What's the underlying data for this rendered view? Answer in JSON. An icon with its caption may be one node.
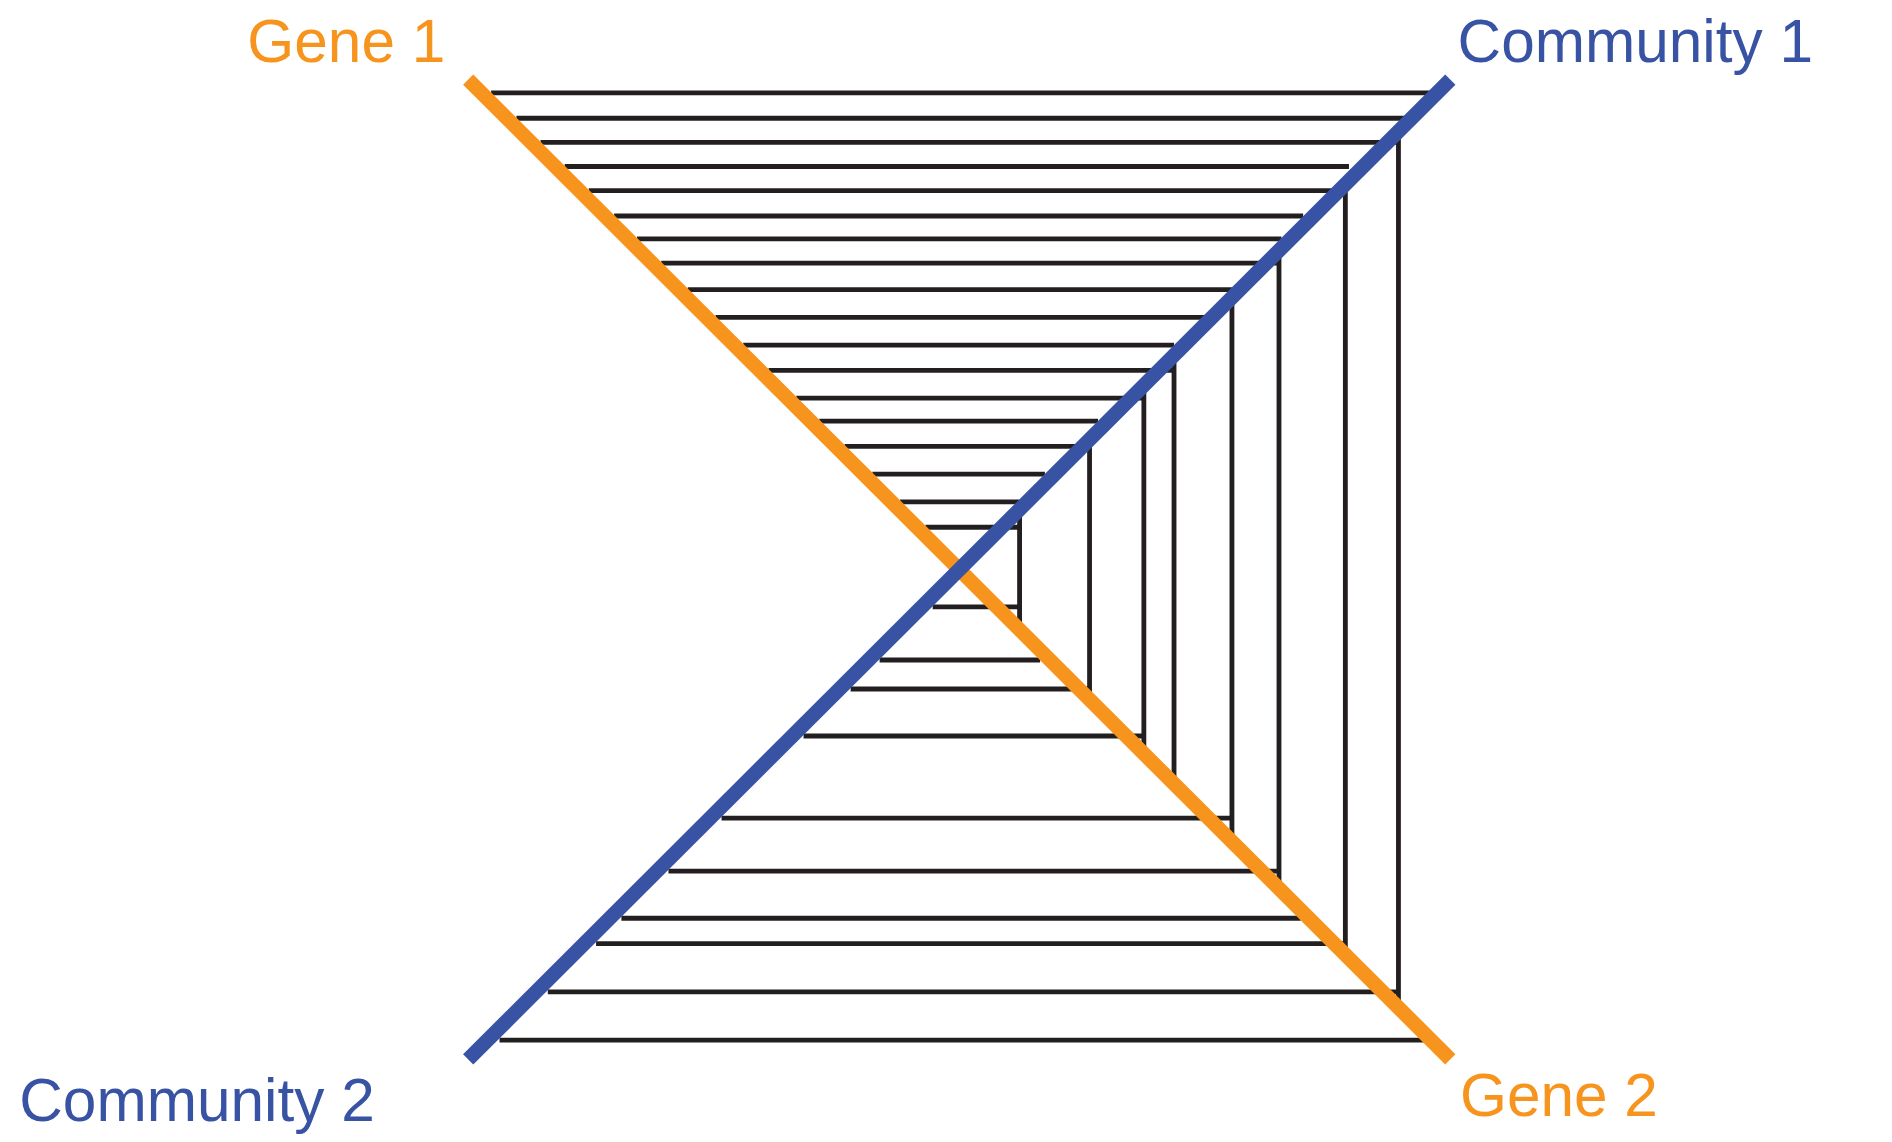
{
  "diagram": {
    "nodes": [
      {
        "text": [
          "Gene 1"
        ]
      },
      {
        "text": [
          "Community 1"
        ]
      },
      {
        "text": [
          "Community 2"
        ]
      },
      {
        "text": [
          "Gene 2"
        ]
      }
    ],
    "edges": [
      {
        "from": 0,
        "to": 3,
        "arrow": "none",
        "color": "#f7941d"
      },
      {
        "from": 1,
        "to": 2,
        "arrow": "none",
        "color": "#3953a4"
      }
    ]
  }
}
